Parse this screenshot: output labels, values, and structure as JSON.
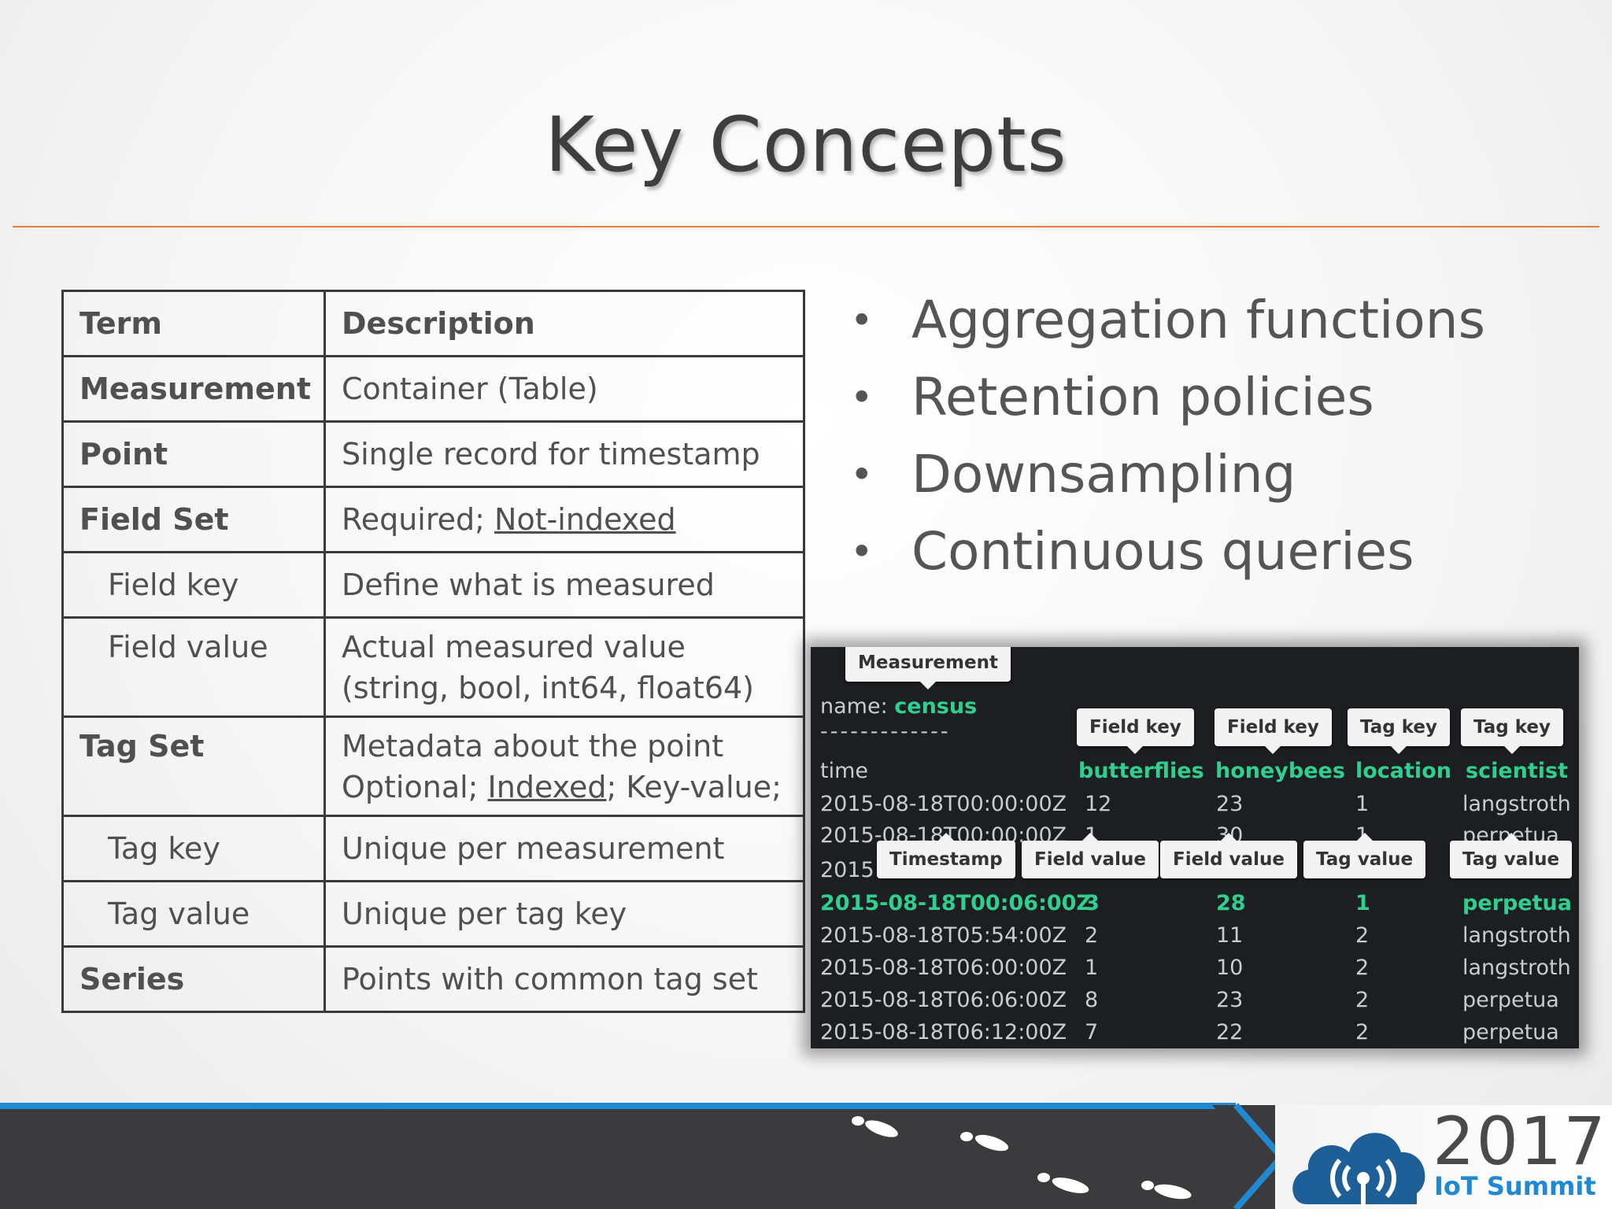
{
  "title": "Key Concepts",
  "table": {
    "headers": [
      "Term",
      "Description"
    ],
    "rows": [
      {
        "term": "Measurement",
        "desc": "Container (Table)"
      },
      {
        "term": "Point",
        "desc": "Single record for timestamp"
      },
      {
        "term": "Field Set",
        "desc_a": "Required; ",
        "desc_b": "Not-indexed"
      },
      {
        "term": "Field key",
        "desc": "Define what is measured"
      },
      {
        "term": "Field value",
        "desc_l1": "Actual measured value",
        "desc_l2": "(string, bool, int64, float64)"
      },
      {
        "term": "Tag Set",
        "desc_l1": "Metadata about the point",
        "desc_l2a": "Optional; ",
        "desc_l2b": "Indexed",
        "desc_l2c": "; Key-value;"
      },
      {
        "term": "Tag key",
        "desc": "Unique per measurement"
      },
      {
        "term": "Tag value",
        "desc": "Unique per tag key"
      },
      {
        "term": "Series",
        "desc": "Points with common tag set"
      }
    ]
  },
  "bullets": [
    "Aggregation functions",
    "Retention policies",
    "Downsampling",
    "Continuous queries"
  ],
  "bullet_char": "•",
  "screenshot": {
    "name_label": "name: ",
    "name_value": "census",
    "separator": "-------------",
    "columns": [
      "time",
      "butterflies",
      "honeybees",
      "location",
      "scientist"
    ],
    "rows": [
      [
        "2015-08-18T00:00:00Z",
        "12",
        "23",
        "1",
        "langstroth"
      ],
      [
        "2015-08-18T00:00:00Z",
        "1",
        "30",
        "1",
        "perpetua"
      ],
      [
        "2015",
        "",
        "",
        "",
        ""
      ],
      [
        "2015-08-18T00:06:00Z",
        "3",
        "28",
        "1",
        "perpetua"
      ],
      [
        "2015-08-18T05:54:00Z",
        "2",
        "11",
        "2",
        "langstroth"
      ],
      [
        "2015-08-18T06:00:00Z",
        "1",
        "10",
        "2",
        "langstroth"
      ],
      [
        "2015-08-18T06:06:00Z",
        "8",
        "23",
        "2",
        "perpetua"
      ],
      [
        "2015-08-18T06:12:00Z",
        "7",
        "22",
        "2",
        "perpetua"
      ]
    ],
    "callouts": {
      "measurement": "Measurement",
      "field_key_1": "Field key",
      "field_key_2": "Field key",
      "tag_key_1": "Tag key",
      "tag_key_2": "Tag key",
      "timestamp": "Timestamp",
      "field_value_1": "Field value",
      "field_value_2": "Field value",
      "tag_value_1": "Tag value",
      "tag_value_2": "Tag value"
    }
  },
  "footer": {
    "year": "2017",
    "event": "IoT Summit",
    "colors": {
      "band": "#3b3b3d",
      "accent": "#1f8ad1",
      "rule": "#e57b3c",
      "highlight": "#2ecf8f"
    }
  }
}
